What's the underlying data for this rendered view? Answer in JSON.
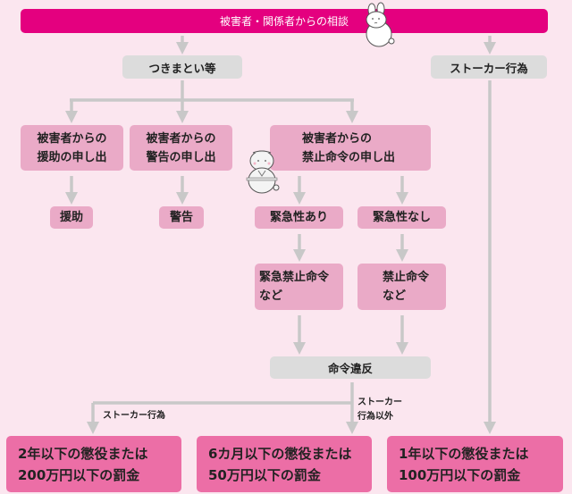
{
  "top": {
    "label": "被害者・関係者からの相談"
  },
  "branch_left": {
    "label": "つきまとい等"
  },
  "branch_right": {
    "label": "ストーカー行為"
  },
  "requests": [
    {
      "line1": "被害者からの",
      "line2": "援助の申し出"
    },
    {
      "line1": "被害者からの",
      "line2": "警告の申し出"
    },
    {
      "line1": "被害者からの",
      "line2": "禁止命令の申し出"
    }
  ],
  "outcomes": {
    "aid": "援助",
    "warning": "警告",
    "urgent": "緊急性あり",
    "not_urgent": "緊急性なし"
  },
  "orders": [
    {
      "line1": "緊急禁止命令",
      "line2": "など"
    },
    {
      "line1": "禁止命令",
      "line2": "など"
    }
  ],
  "violation": {
    "label": "命令違反"
  },
  "edge_labels": {
    "stalking": "ストーカー行為",
    "non_stalking_line1": "ストーカー",
    "non_stalking_line2": "行為以外"
  },
  "penalties": [
    {
      "line1": "2年以下の懲役または",
      "line2": "200万円以下の罰金"
    },
    {
      "line1": "6カ月以下の懲役または",
      "line2": "50万円以下の罰金"
    },
    {
      "line1": "1年以下の懲役または",
      "line2": "100万円以下の罰金"
    }
  ],
  "colors": {
    "background": "#fbe6ef",
    "top_bar": "#e4007f",
    "gray_box": "#dcdcdc",
    "light_pink_box": "#eaaac7",
    "result_box": "#ec6ea6",
    "connector": "#c8c8c8"
  }
}
